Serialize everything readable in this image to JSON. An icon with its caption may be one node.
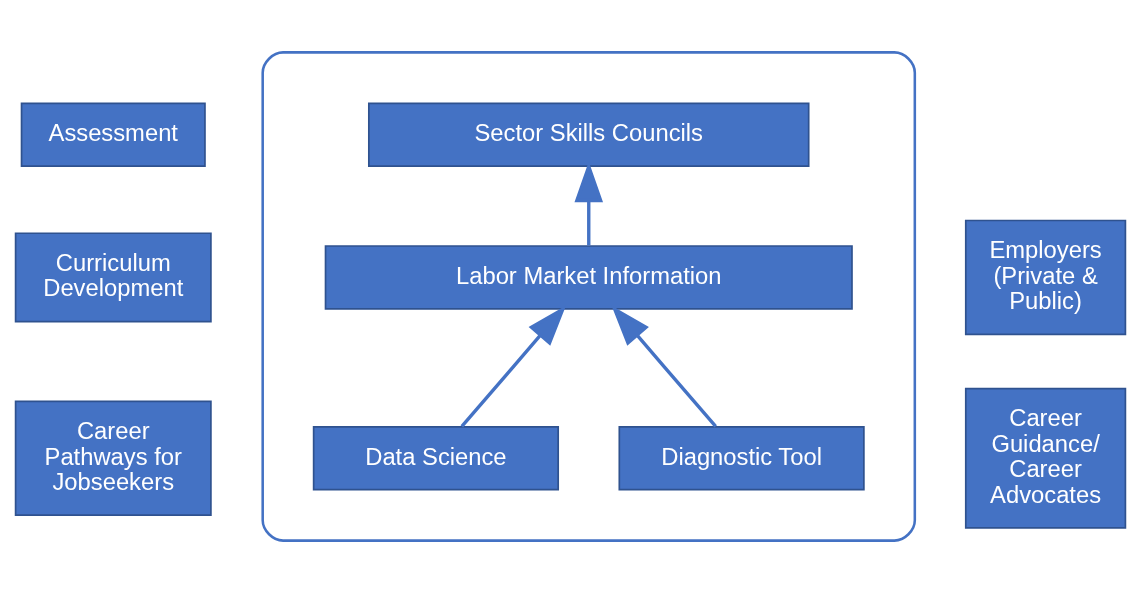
{
  "diagram": {
    "nodes": [
      {
        "text": [
          "Assessment"
        ]
      },
      {
        "text": [
          "Curriculum Development"
        ]
      },
      {
        "text": [
          "Career Pathways for Jobseekers"
        ]
      },
      {
        "text": [],
        "shape": "box"
      },
      {
        "text": [
          "Sector Skills Councils"
        ],
        "in": 3
      },
      {
        "text": [
          "Labor Market Information"
        ],
        "in": 3
      },
      {
        "text": [
          "Data Science"
        ],
        "in": 3
      },
      {
        "text": [
          "Diagnostic Tool"
        ],
        "in": 3
      },
      {
        "text": [
          "Employers (Private & Public)"
        ]
      },
      {
        "text": [
          "Career Guidance/ Career Advocates"
        ]
      }
    ],
    "edges": [
      {
        "from": 5,
        "to": 4,
        "arrow": "to"
      },
      {
        "from": 6,
        "to": 5,
        "arrow": "to"
      },
      {
        "from": 7,
        "to": 5,
        "arrow": "to"
      }
    ]
  }
}
